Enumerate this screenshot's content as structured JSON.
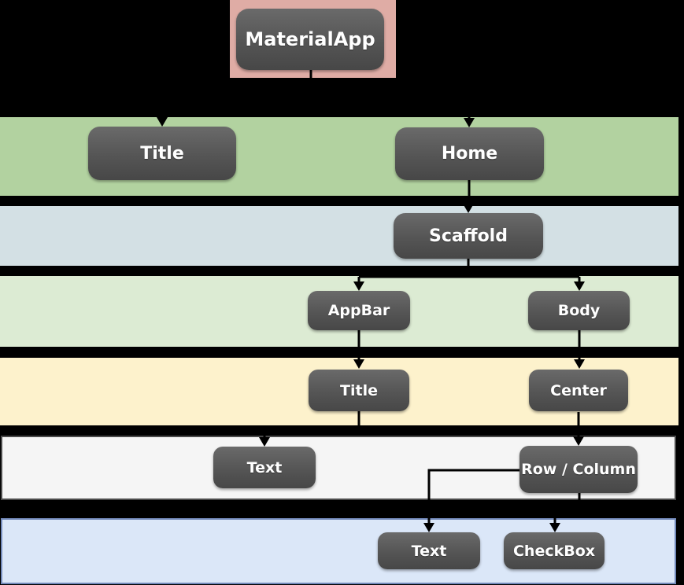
{
  "diagram": {
    "nodes": {
      "materialapp": "MaterialApp",
      "app_title": "Title",
      "home": "Home",
      "scaffold": "Scaffold",
      "appbar": "AppBar",
      "body": "Body",
      "appbar_title": "Title",
      "center": "Center",
      "title_text": "Text",
      "row_column": "Row / Column",
      "row_text": "Text",
      "checkbox": "CheckBox"
    },
    "edges": [
      {
        "from": "MaterialApp",
        "to": "Title"
      },
      {
        "from": "MaterialApp",
        "to": "Home"
      },
      {
        "from": "Home",
        "to": "Scaffold"
      },
      {
        "from": "Scaffold",
        "to": "AppBar"
      },
      {
        "from": "Scaffold",
        "to": "Body"
      },
      {
        "from": "AppBar",
        "to": "Title"
      },
      {
        "from": "Body",
        "to": "Center"
      },
      {
        "from": "Title",
        "to": "Text"
      },
      {
        "from": "Center",
        "to": "Row / Column"
      },
      {
        "from": "Row / Column",
        "to": "Text"
      },
      {
        "from": "Row / Column",
        "to": "CheckBox"
      }
    ],
    "colors": {
      "background": "#000000",
      "materialapp_container": "#dfaca5",
      "node_fill_top": "#6a6a6a",
      "node_fill_bottom": "#474747",
      "node_text": "#ffffff",
      "connector": "#000000",
      "bands": [
        {
          "name": "band-1",
          "fill": "#b2d2a0"
        },
        {
          "name": "band-2",
          "fill": "#d3e0e4"
        },
        {
          "name": "band-3",
          "fill": "#dcebd3"
        },
        {
          "name": "band-4",
          "fill": "#fdf2cc"
        },
        {
          "name": "band-5",
          "fill": "#f5f5f5",
          "border": "#4a4a4a"
        },
        {
          "name": "band-6",
          "fill": "#dbe7f8",
          "border": "#7289ba"
        }
      ]
    }
  }
}
